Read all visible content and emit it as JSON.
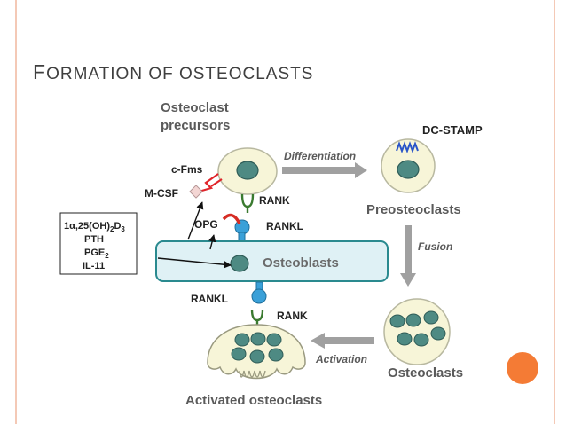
{
  "slide": {
    "title_first": "F",
    "title_rest": "ORMATION OF OSTEOCLASTS"
  },
  "diagram": {
    "osteoclast_precursors_line1": "Osteoclast",
    "osteoclast_precursors_line2": "precursors",
    "c_fms": "c-Fms",
    "m_csf": "M-CSF",
    "rank_top": "RANK",
    "opg": "OPG",
    "rankl_top": "RANKL",
    "osteoblasts": "Osteoblasts",
    "rankl_bottom": "RANKL",
    "rank_bottom": "RANK",
    "activated_osteoclasts": "Activated osteoclasts",
    "differentiation": "Differentiation",
    "dc_stamp": "DC-STAMP",
    "preosteoclasts": "Preosteoclasts",
    "fusion": "Fusion",
    "osteoclasts": "Osteoclasts",
    "activation": "Activation",
    "factors": {
      "vitd_main": "1α,25(OH)",
      "vitd_sub1": "2",
      "vitd_d": "D",
      "vitd_sub2": "3",
      "pth": "PTH",
      "pge": "PGE",
      "pge_sub": "2",
      "il11": "IL-11"
    }
  },
  "colors": {
    "accent_orange": "#f47b35",
    "border_peach": "#f4c9b6",
    "osteoblast_fill": "#dff1f5",
    "osteoblast_stroke": "#2a8a8f",
    "nucleus": "#4e8a83",
    "precursor_fill": "#f7f5d8",
    "arrow_gray": "#a0a0a0",
    "opg_red": "#d62d24",
    "rank_green": "#3a7a2f",
    "rankl_blue": "#3aa0d8",
    "dcstamp_blue": "#2a55c8",
    "cfms_red": "#e0242a"
  }
}
